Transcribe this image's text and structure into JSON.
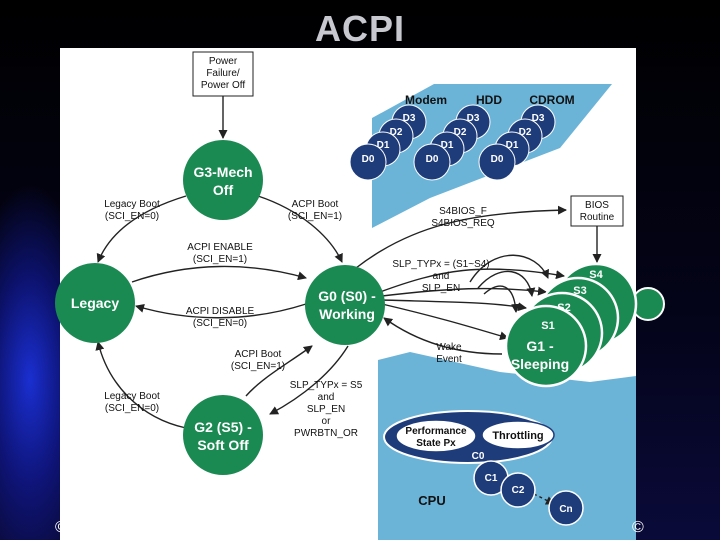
{
  "slide": {
    "title": "ACPI",
    "footer_left": "© tecCHANNEL",
    "footer_right": "©"
  },
  "colors": {
    "state_green": "#1b8a52",
    "device_navy": "#1f3c7a",
    "band_blue": "#6bb4d8",
    "arrow": "#222222"
  },
  "states": {
    "g3": [
      "G3-Mech",
      "Off"
    ],
    "legacy": "Legacy",
    "g0": [
      "G0 (S0) -",
      "Working"
    ],
    "g2": [
      "G2 (S5) -",
      "Soft Off"
    ],
    "g1": [
      "G1 -",
      "Sleeping"
    ],
    "sleep_states": [
      "S1",
      "S2",
      "S3",
      "S4"
    ]
  },
  "boxes": {
    "power": [
      "Power",
      "Failure/",
      "Power Off"
    ],
    "bios": [
      "BIOS",
      "Routine"
    ]
  },
  "devices": {
    "names": [
      "Modem",
      "HDD",
      "CDROM"
    ],
    "dstates": [
      "D3",
      "D2",
      "D1",
      "D0"
    ]
  },
  "transitions": {
    "legacy_boot_top": [
      "Legacy Boot",
      "(SCI_EN=0)"
    ],
    "acpi_boot_top": [
      "ACPI Boot",
      "(SCI_EN=1)"
    ],
    "acpi_enable": [
      "ACPI ENABLE",
      "(SCI_EN=1)"
    ],
    "acpi_disable": [
      "ACPI DISABLE",
      "(SCI_EN=0)"
    ],
    "acpi_boot_bottom": [
      "ACPI Boot",
      "(SCI_EN=1)"
    ],
    "legacy_boot_bottom": [
      "Legacy Boot",
      "(SCI_EN=0)"
    ],
    "slp_s5": [
      "SLP_TYPx = S5",
      "and",
      "SLP_EN",
      "or",
      "PWRBTN_OR"
    ],
    "s4bios": [
      "S4BIOS_F",
      "S4BIOS_REQ"
    ],
    "slp_s1s4": [
      "SLP_TYPx = (S1~S4)",
      "and",
      "SLP_EN"
    ],
    "wake": [
      "Wake",
      "Event"
    ]
  },
  "cpu": {
    "label": "CPU",
    "performance": [
      "Performance",
      "State Px"
    ],
    "throttling": "Throttling",
    "cstates": [
      "C0",
      "C1",
      "C2",
      "Cn"
    ]
  }
}
